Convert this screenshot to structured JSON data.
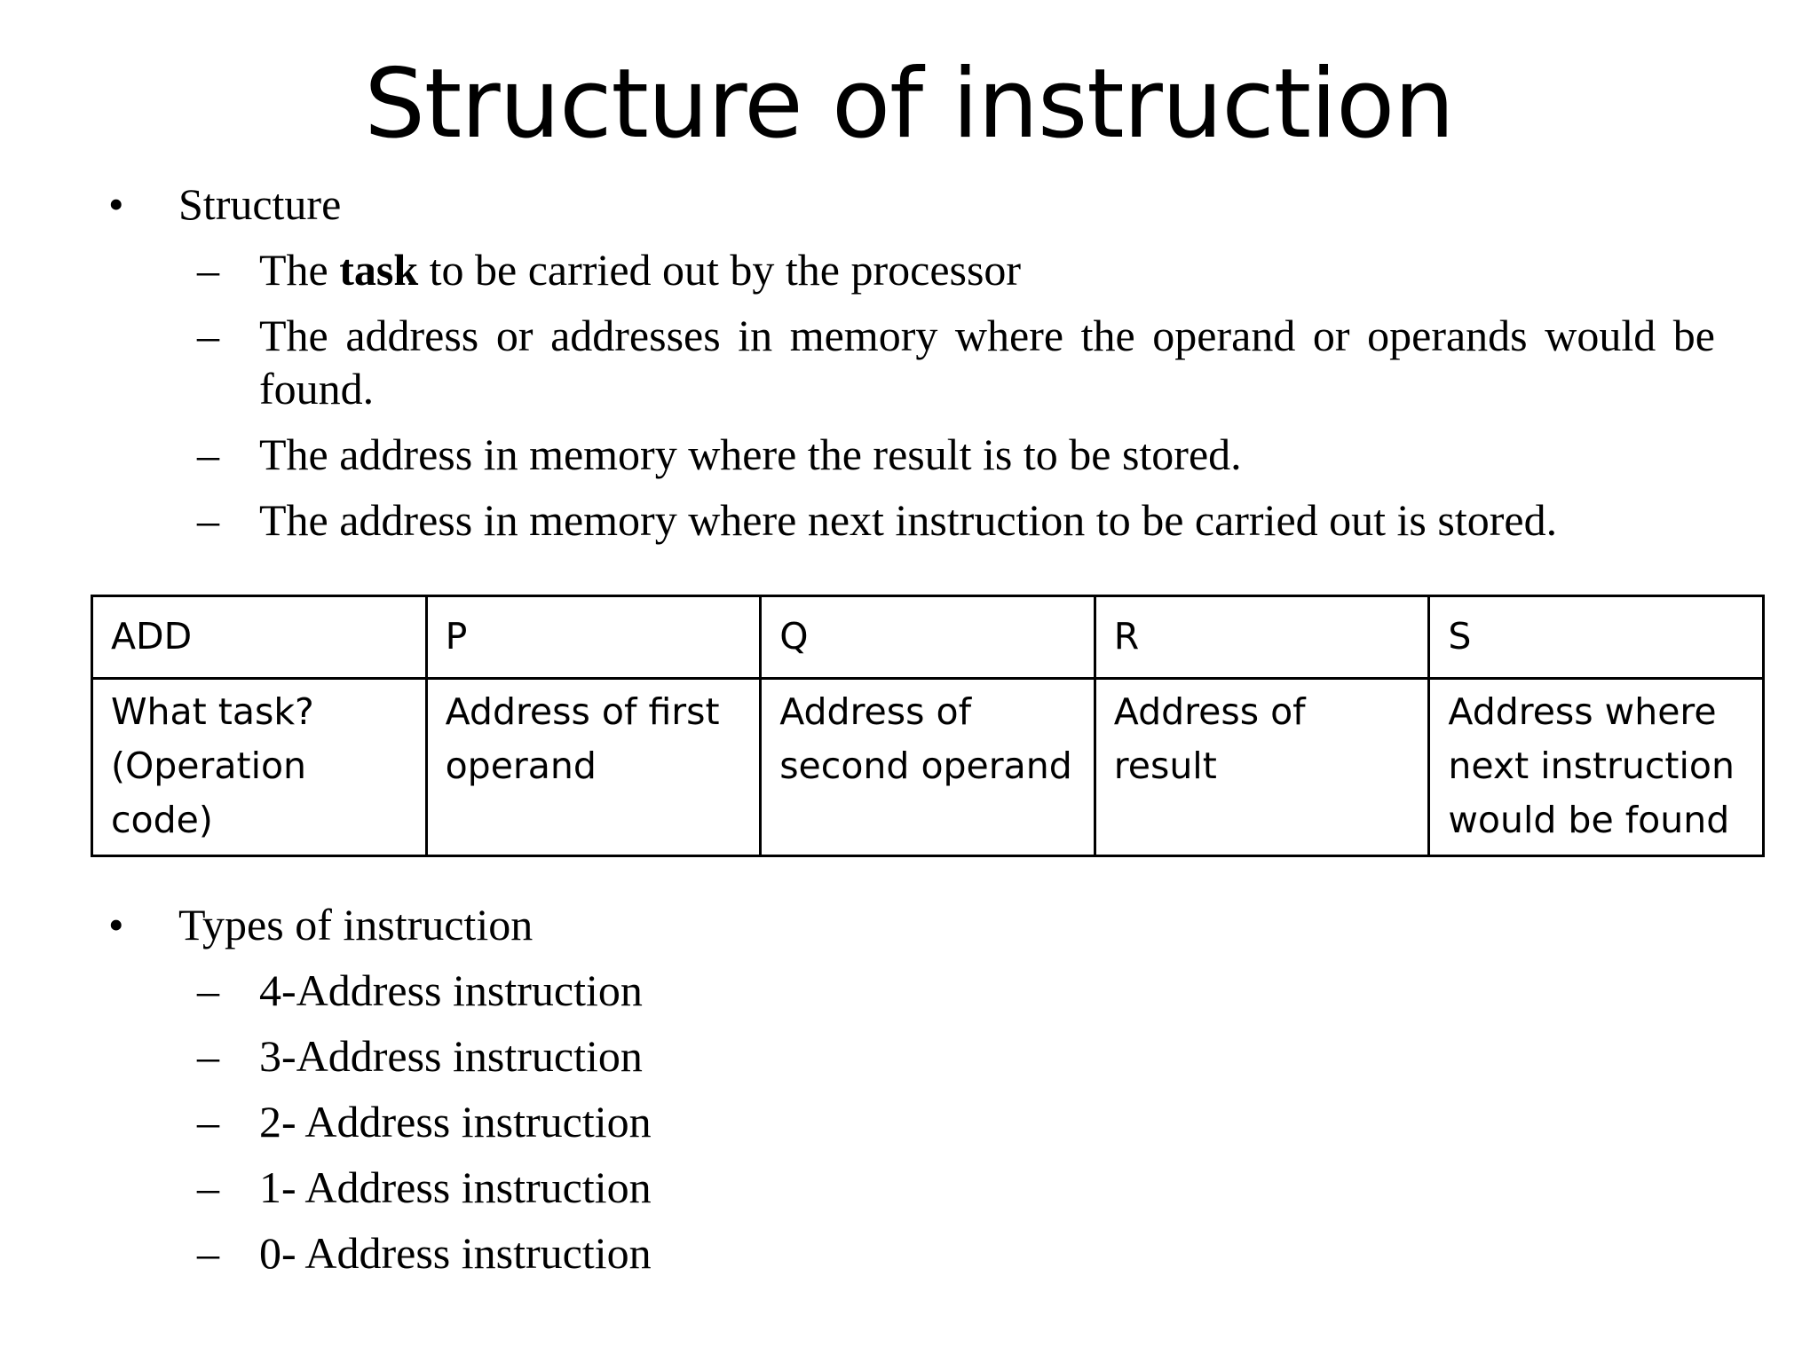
{
  "slide": {
    "title": "Structure of instruction",
    "bullet_mark": "•",
    "sub_mark": "–",
    "section1": {
      "heading": "Structure",
      "items": [
        {
          "before": "The ",
          "bold": "task",
          "after": " to be carried out by the processor"
        },
        {
          "text": "The address or addresses in memory where the operand or operands would be found."
        },
        {
          "text": "The address in memory where the result is to be stored."
        },
        {
          "text": "The address in memory where next instruction to be carried out is stored."
        }
      ]
    },
    "table": {
      "header": [
        "ADD",
        "P",
        "Q",
        "R",
        "S"
      ],
      "descriptions": [
        "What task? (Operation code)",
        "Address of first operand",
        "Address of second operand",
        "Address of result",
        "Address where next instruction would be found"
      ]
    },
    "section2": {
      "heading": "Types of instruction",
      "items": [
        "4-Address instruction",
        "3-Address instruction",
        "2- Address instruction",
        "1- Address instruction",
        "0- Address instruction"
      ]
    }
  }
}
